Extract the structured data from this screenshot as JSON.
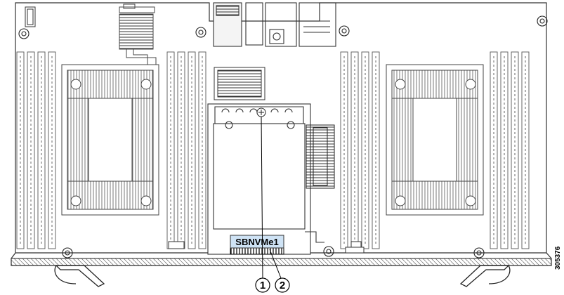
{
  "diagram": {
    "slot_label": "SBNVMe1",
    "slot_label_fill": "#cfe3f5",
    "figure_id": "305376",
    "callouts": [
      "1",
      "2"
    ]
  }
}
